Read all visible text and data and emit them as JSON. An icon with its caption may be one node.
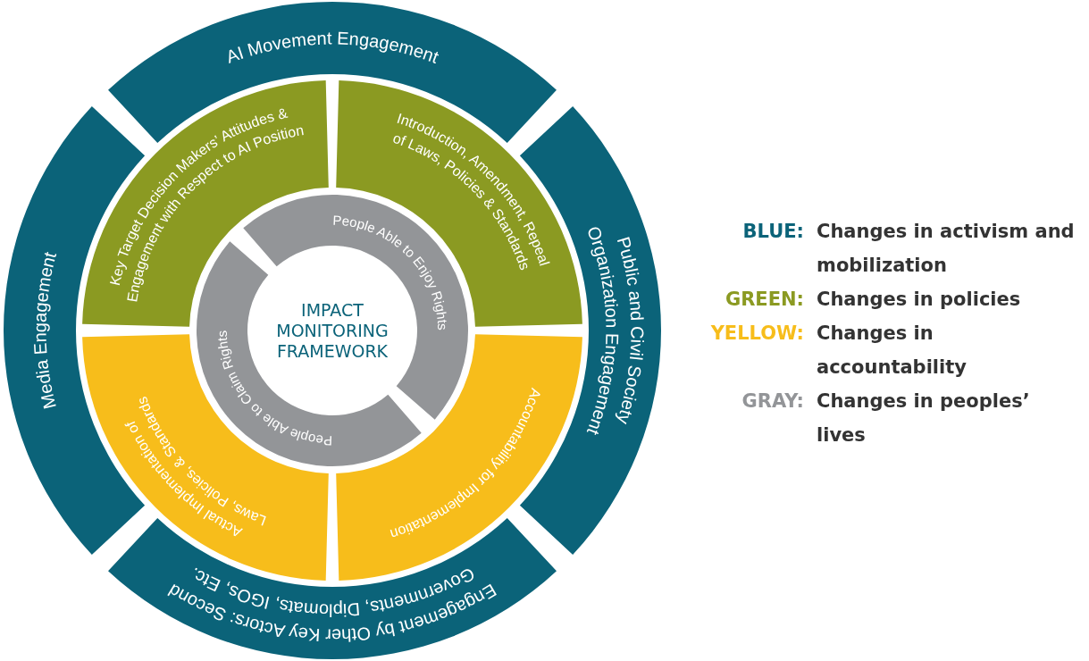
{
  "diagram": {
    "nodes": [
      {
        "text": [
          "AI Movement Engagement"
        ]
      },
      {
        "text": [
          "Key Target Decision Makers’ Attitudes & Engagement with Respect to AI Position"
        ]
      },
      {
        "text": [
          "Introduction, Amendment, Repeal of Laws, Policies & Standards"
        ]
      },
      {
        "text": [
          "Media Engagement"
        ]
      },
      {
        "text": [
          "People Able to Enjoy Rights"
        ]
      },
      {
        "text": [
          "IMPACT MONITORING FRAMEWORK"
        ]
      },
      {
        "text": [
          "People Able to Claim Rights"
        ]
      },
      {
        "text": [
          "Public and Civil Society Organization Engagement"
        ]
      },
      {
        "text": [
          "Actual Implementation of Laws, Policies, & Standards"
        ]
      },
      {
        "text": [
          "Accountability for Implementation"
        ]
      },
      {
        "text": [
          "Engagement by Other Key Actors: Second Governments, Diplomats, IGOs, Etc."
        ]
      }
    ],
    "edges": [],
    "labels": [
      "BLUE:",
      "GREEN:",
      "YELLOW:",
      "GRAY:"
    ],
    "legend": [
      {
        "text": "Changes in activism and mobilization",
        "color": "#0b6379"
      },
      {
        "text": "Changes in policies",
        "color": "#8b9a22"
      },
      {
        "text": "Changes in accountability",
        "color": "#f7bd1b"
      },
      {
        "text": "Changes in peoples’ lives",
        "color": "#939598"
      }
    ]
  }
}
